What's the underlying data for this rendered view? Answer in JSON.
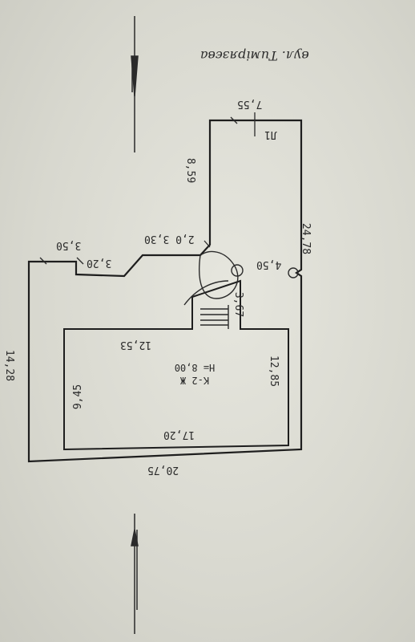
{
  "street": "вул. Тимірязєва",
  "dimensions": {
    "top": "7,55",
    "marker": "Л1",
    "upper_left_wall": "8,59",
    "right_wall": "24,78",
    "step_1": "2,0 3,30",
    "step_2": "",
    "left_top": "3,50",
    "notch": "3,20",
    "porch": "4,50",
    "stairs": "3,67",
    "inner_top": "12,53",
    "inner_right": "12,85",
    "outer_left": "14,28",
    "inner_left": "9,45",
    "inner_bottom": "17,20",
    "outer_bottom": "20,75"
  },
  "room": {
    "code": "К-2 Ж",
    "height": "Н= 8,00"
  }
}
